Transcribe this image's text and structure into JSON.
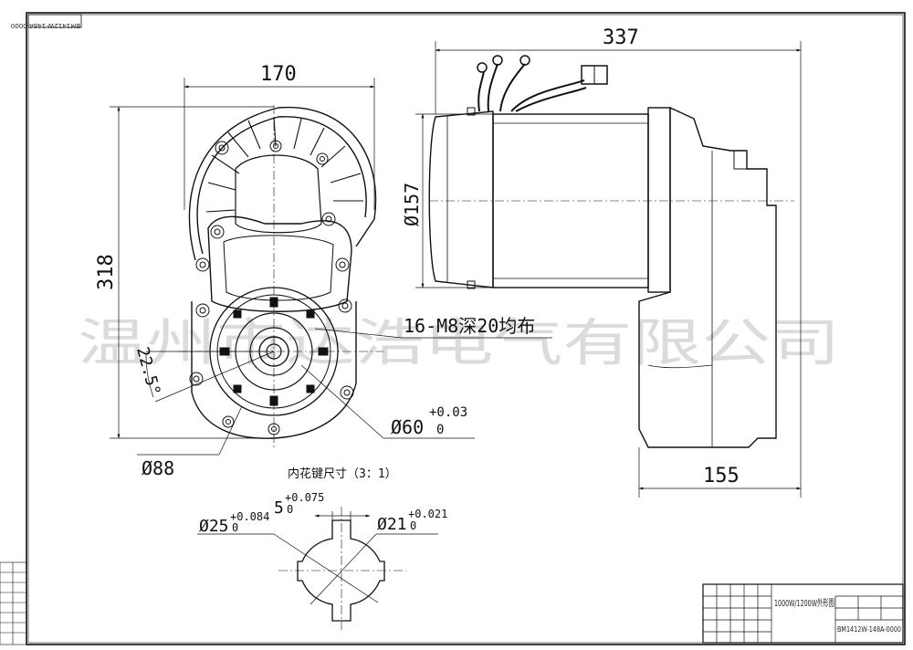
{
  "drawing_number_top": "BM1412W-148A-0000",
  "dimensions": {
    "width_front": "170",
    "height_front": "318",
    "angle": "22.5°",
    "dia_88": "Ø88",
    "dia_60": "Ø60",
    "dia_60_tol_upper": "+0.03",
    "dia_60_tol_lower": "0",
    "bolts_note": "16-M8深20均布",
    "length_side": "337",
    "dia_157": "Ø157",
    "width_155": "155"
  },
  "spline": {
    "title": "内花键尺寸（3：1）",
    "key_width": "5",
    "key_width_tol_upper": "+0.075",
    "key_width_tol_lower": "0",
    "outer_dia": "Ø25",
    "outer_dia_tol_upper": "+0.084",
    "outer_dia_tol_lower": "0",
    "inner_dia": "Ø21",
    "inner_dia_tol_upper": "+0.021",
    "inner_dia_tol_lower": "0"
  },
  "watermark": "温州市达浩电气有限公司",
  "title_block": {
    "part_title": "1000W/1200W外形图",
    "drawing_number": "BM1412W-148A-0000"
  }
}
